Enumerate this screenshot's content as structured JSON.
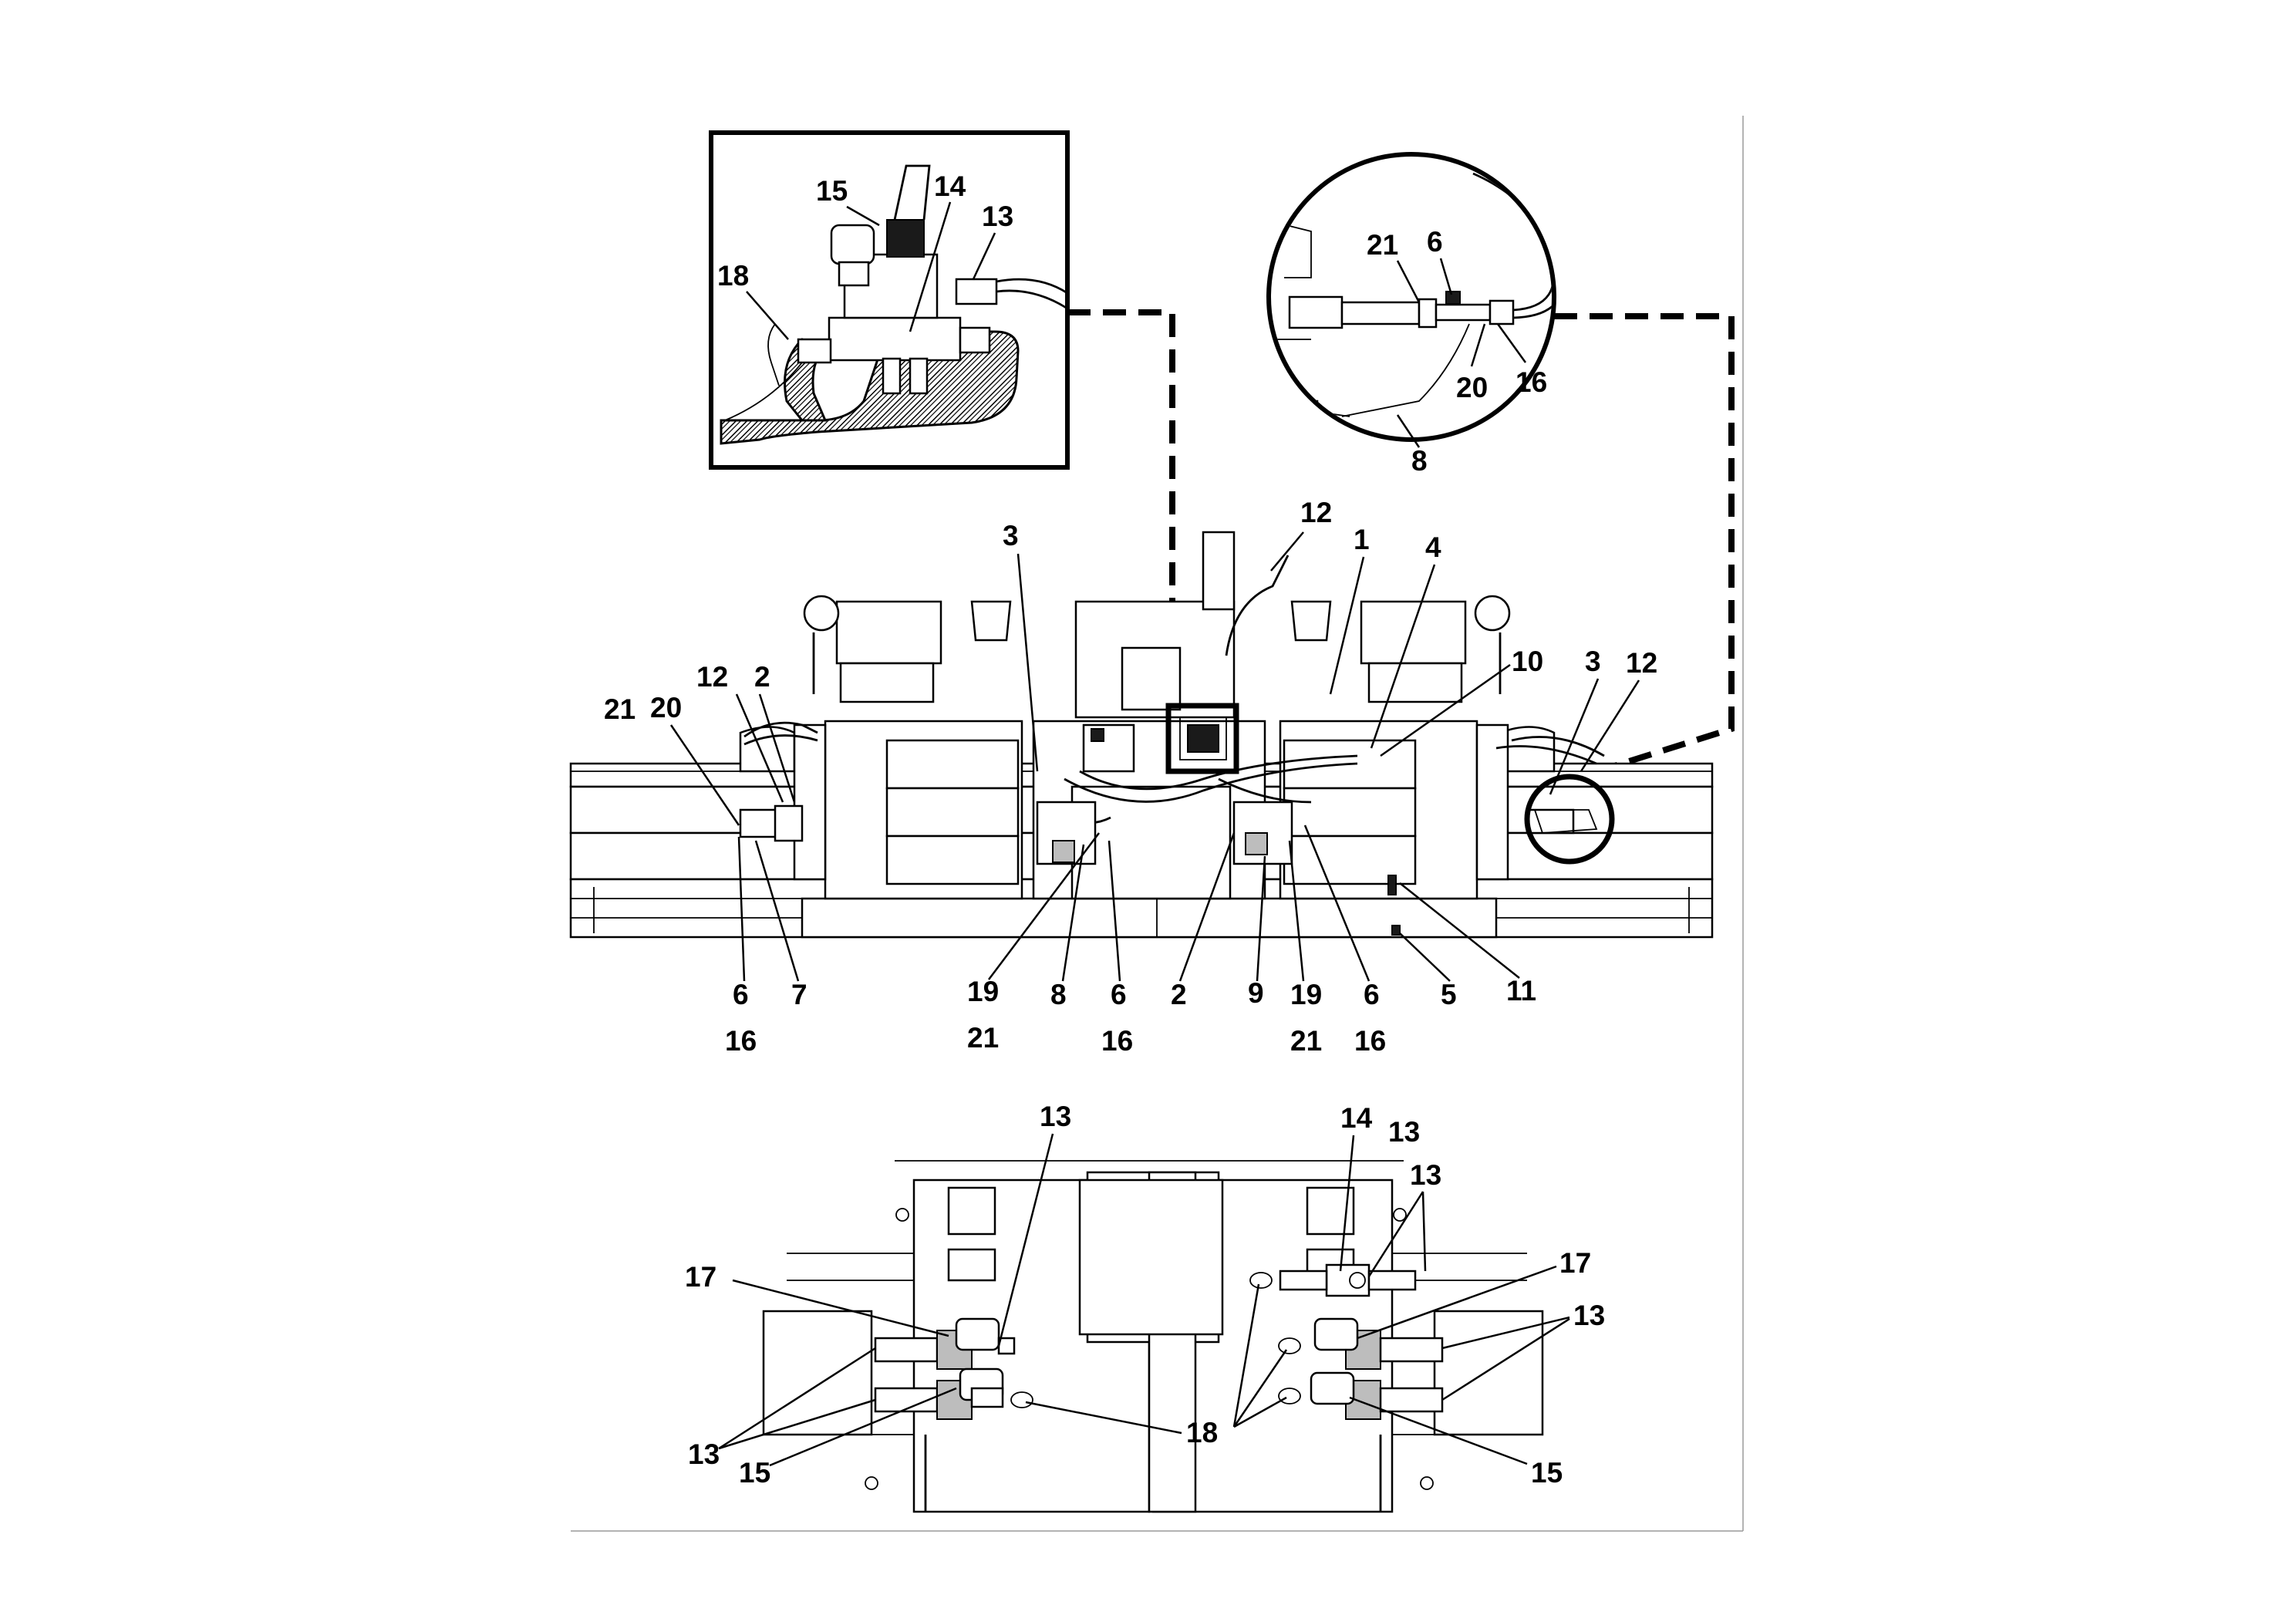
{
  "callouts": {
    "top_left_inset": [
      "15",
      "14",
      "13",
      "18"
    ],
    "top_right_inset": [
      "21",
      "6",
      "20",
      "16",
      "8"
    ],
    "main_view": [
      "3",
      "12",
      "1",
      "4",
      "10",
      "3",
      "12",
      "21",
      "20",
      "12",
      "2",
      "6",
      "7",
      "16",
      "19",
      "21",
      "8",
      "6",
      "16",
      "2",
      "9",
      "19",
      "21",
      "6",
      "16",
      "5",
      "11"
    ],
    "bottom_view": [
      "13",
      "14",
      "13",
      "17",
      "17",
      "13",
      "13",
      "15",
      "18",
      "13",
      "15"
    ]
  },
  "colors": {
    "line": "#000000",
    "background": "#ffffff",
    "hatch": "#808080"
  }
}
